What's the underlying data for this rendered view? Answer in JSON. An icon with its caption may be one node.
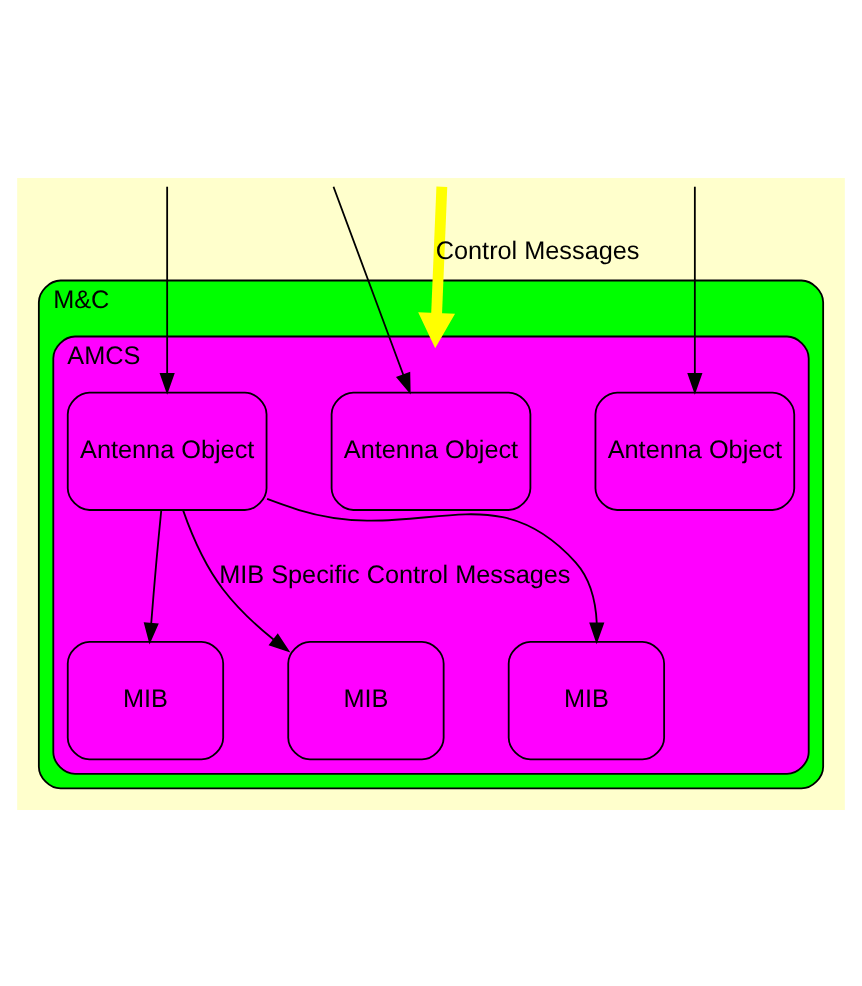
{
  "diagram": {
    "nodes": [
      {
        "text": [
          "M&C"
        ]
      },
      {
        "text": [
          "AMCS"
        ],
        "in": 0
      },
      {
        "text": [
          "Antenna Object"
        ],
        "in": 1
      },
      {
        "text": [
          "Antenna Object"
        ],
        "in": 1
      },
      {
        "text": [
          "Antenna Object"
        ],
        "in": 1
      },
      {
        "text": [
          "MIB"
        ],
        "in": 1
      },
      {
        "text": [
          "MIB"
        ],
        "in": 1
      },
      {
        "text": [
          "MIB"
        ],
        "in": 1
      }
    ],
    "edges": [
      {
        "from": null,
        "to": 1,
        "arrow": "to",
        "label": "Control Messages",
        "style": "thick",
        "color": "#ffff00"
      },
      {
        "from": null,
        "to": 2,
        "arrow": "to"
      },
      {
        "from": null,
        "to": 3,
        "arrow": "to"
      },
      {
        "from": null,
        "to": 4,
        "arrow": "to"
      },
      {
        "from": 2,
        "to": 5,
        "arrow": "to"
      },
      {
        "from": 2,
        "to": 6,
        "arrow": "to",
        "label": "MIB Specific Control Messages"
      },
      {
        "from": 2,
        "to": 7,
        "arrow": "to"
      }
    ]
  }
}
